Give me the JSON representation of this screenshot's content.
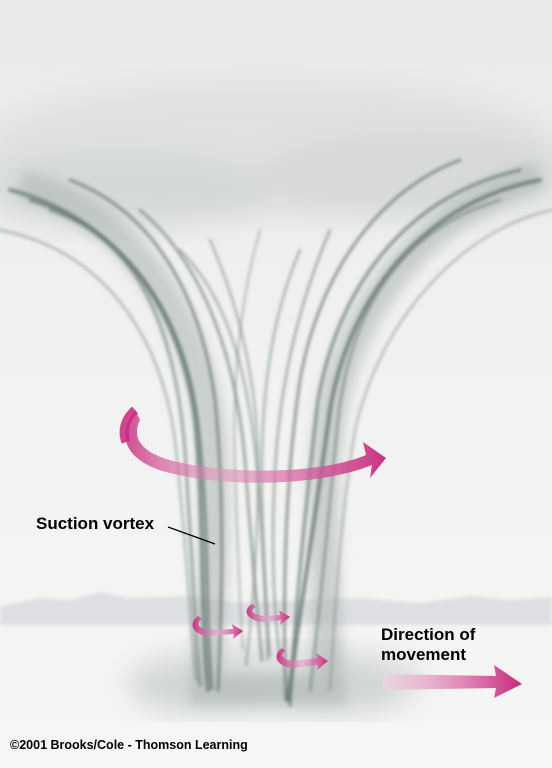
{
  "labels": {
    "suction_vortex": "Suction vortex",
    "direction_line1": "Direction of",
    "direction_line2": "movement",
    "copyright": "©2001 Brooks/Cole - Thomson Learning"
  },
  "colors": {
    "background": "#f3f3f2",
    "funnel_strands": "#5e6e68",
    "arrow_magenta": "#c8287c",
    "horizon": "#d7d9dc"
  },
  "icons": {
    "rotation_arrow": "curved-arrow-icon",
    "movement_arrow": "right-arrow-icon"
  }
}
